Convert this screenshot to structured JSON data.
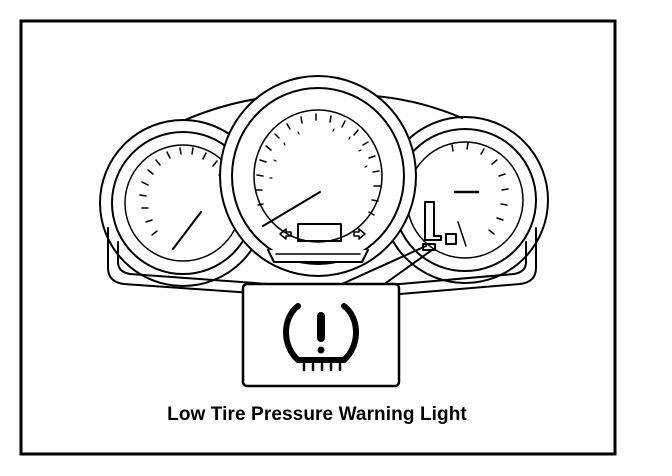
{
  "caption": "Low Tire Pressure Warning Light",
  "figure": {
    "subject": "instrument cluster",
    "gauges": [
      "left-gauge",
      "speedometer",
      "right-gauge"
    ],
    "callout_icon": "tire-pressure-warning-icon",
    "colors": {
      "ink": "#000000",
      "paper": "#ffffff"
    }
  }
}
